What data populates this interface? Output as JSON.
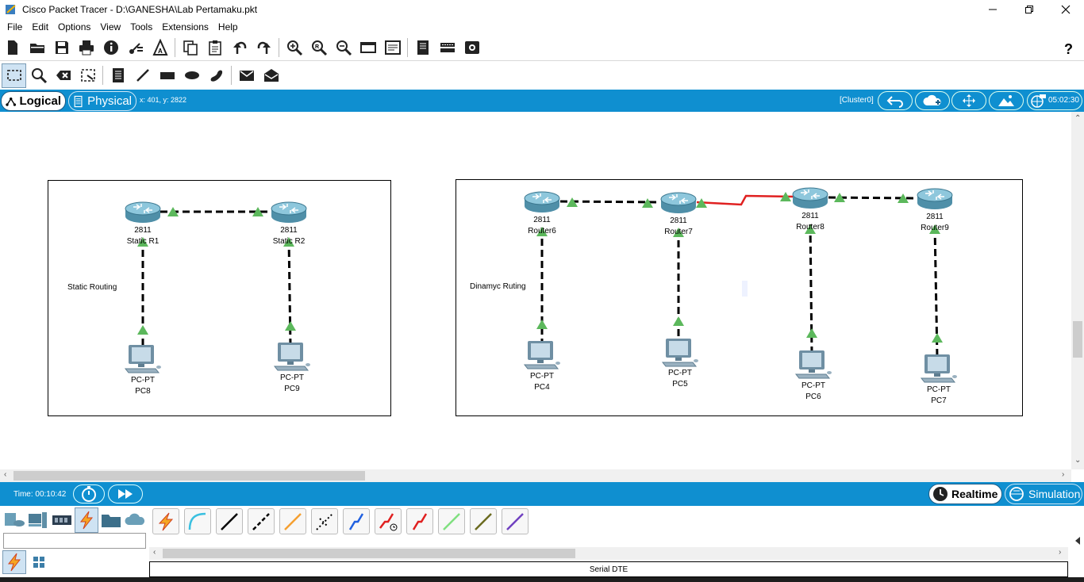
{
  "window": {
    "title": "Cisco Packet Tracer - D:\\GANESHA\\Lab Pertamaku.pkt"
  },
  "menu": [
    "File",
    "Edit",
    "Options",
    "View",
    "Tools",
    "Extensions",
    "Help"
  ],
  "toolbar": {
    "help_label": "?"
  },
  "workspace": {
    "logical_label": "Logical",
    "physical_label": "Physical",
    "coords": "x: 401, y: 2822",
    "cluster": "[Cluster0]",
    "clock": "05:02:30"
  },
  "canvas": {
    "notes": {
      "static": "Static Routing",
      "dynamic": "Dinamyc Ruting"
    },
    "routers": [
      {
        "model": "2811",
        "name": "Static R1"
      },
      {
        "model": "2811",
        "name": "Static R2"
      },
      {
        "model": "2811",
        "name": "Router6"
      },
      {
        "model": "2811",
        "name": "Router7"
      },
      {
        "model": "2811",
        "name": "Router8"
      },
      {
        "model": "2811",
        "name": "Router9"
      }
    ],
    "pcs": [
      {
        "model": "PC-PT",
        "name": "PC8"
      },
      {
        "model": "PC-PT",
        "name": "PC9"
      },
      {
        "model": "PC-PT",
        "name": "PC4"
      },
      {
        "model": "PC-PT",
        "name": "PC5"
      },
      {
        "model": "PC-PT",
        "name": "PC6"
      },
      {
        "model": "PC-PT",
        "name": "PC7"
      }
    ]
  },
  "timebar": {
    "time": "Time: 00:10:42",
    "realtime_label": "Realtime",
    "simulation_label": "Simulation"
  },
  "devicepanel": {
    "selected_cable": "Serial DTE",
    "search_value": ""
  },
  "colors": {
    "accent_blue": "#0f8fd0",
    "link_up_green": "#5cb85c",
    "serial_red": "#e02020"
  }
}
